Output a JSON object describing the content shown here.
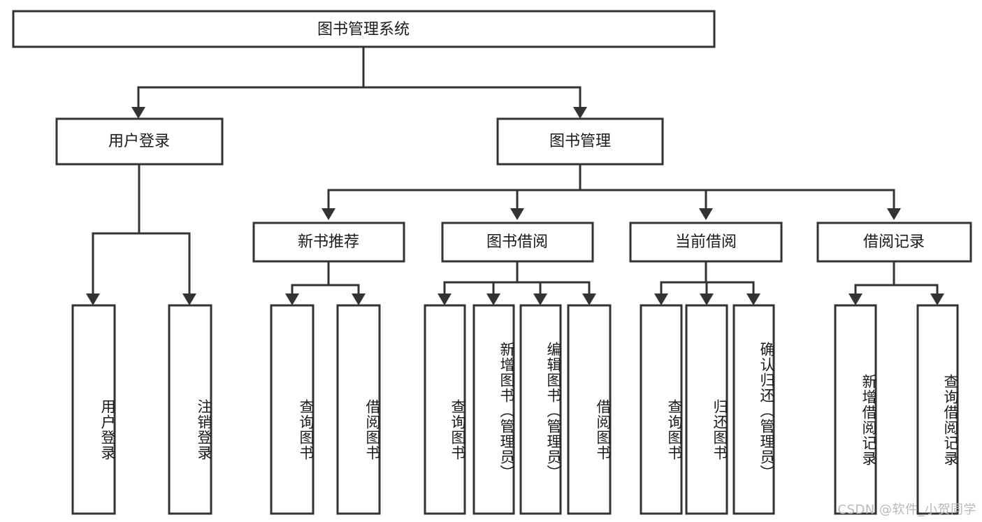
{
  "diagram": {
    "title": "图书管理系统",
    "type": "tree",
    "orientation": "top-down",
    "root": {
      "id": "root",
      "label": "图书管理系统",
      "text_direction": "horizontal"
    },
    "level2": [
      {
        "id": "user-login",
        "label": "用户登录",
        "text_direction": "horizontal"
      },
      {
        "id": "book-management",
        "label": "图书管理",
        "text_direction": "horizontal"
      }
    ],
    "level3": [
      {
        "id": "new-book-recommend",
        "label": "新书推荐",
        "parent": "book-management",
        "text_direction": "horizontal"
      },
      {
        "id": "book-borrow",
        "label": "图书借阅",
        "parent": "book-management",
        "text_direction": "horizontal"
      },
      {
        "id": "current-borrow",
        "label": "当前借阅",
        "parent": "book-management",
        "text_direction": "horizontal"
      },
      {
        "id": "borrow-record",
        "label": "借阅记录",
        "parent": "book-management",
        "text_direction": "horizontal"
      }
    ],
    "leaves": [
      {
        "id": "leaf-user-login",
        "label": "用户登录",
        "parent": "user-login",
        "text_direction": "vertical"
      },
      {
        "id": "leaf-user-logout",
        "label": "注销登录",
        "parent": "user-login",
        "text_direction": "vertical"
      },
      {
        "id": "leaf-query-book-1",
        "label": "查询图书",
        "parent": "new-book-recommend",
        "text_direction": "vertical"
      },
      {
        "id": "leaf-borrow-book-1",
        "label": "借阅图书",
        "parent": "new-book-recommend",
        "text_direction": "vertical"
      },
      {
        "id": "leaf-query-book-2",
        "label": "查询图书",
        "parent": "book-borrow",
        "text_direction": "vertical"
      },
      {
        "id": "leaf-add-book",
        "label": "新增图书（管理员）",
        "parent": "book-borrow",
        "text_direction": "vertical"
      },
      {
        "id": "leaf-edit-book",
        "label": "编辑图书（管理员）",
        "parent": "book-borrow",
        "text_direction": "vertical"
      },
      {
        "id": "leaf-borrow-book-2",
        "label": "借阅图书",
        "parent": "book-borrow",
        "text_direction": "vertical"
      },
      {
        "id": "leaf-query-book-3",
        "label": "查询图书",
        "parent": "current-borrow",
        "text_direction": "vertical"
      },
      {
        "id": "leaf-return-book",
        "label": "归还图书",
        "parent": "current-borrow",
        "text_direction": "vertical"
      },
      {
        "id": "leaf-confirm-return",
        "label": "确认归还（管理员）",
        "parent": "current-borrow",
        "text_direction": "vertical"
      },
      {
        "id": "leaf-add-record",
        "label": "新增借阅记录",
        "parent": "borrow-record",
        "text_direction": "vertical"
      },
      {
        "id": "leaf-query-record",
        "label": "查询借阅记录",
        "parent": "borrow-record",
        "text_direction": "vertical"
      }
    ],
    "colors": {
      "stroke": "#333333",
      "box_fill": "#ffffff",
      "text": "#1a1a1a",
      "background": "#ffffff",
      "watermark": "#b9b9b9"
    }
  },
  "watermark": {
    "text": "CSDN @软件_小贺同学"
  }
}
